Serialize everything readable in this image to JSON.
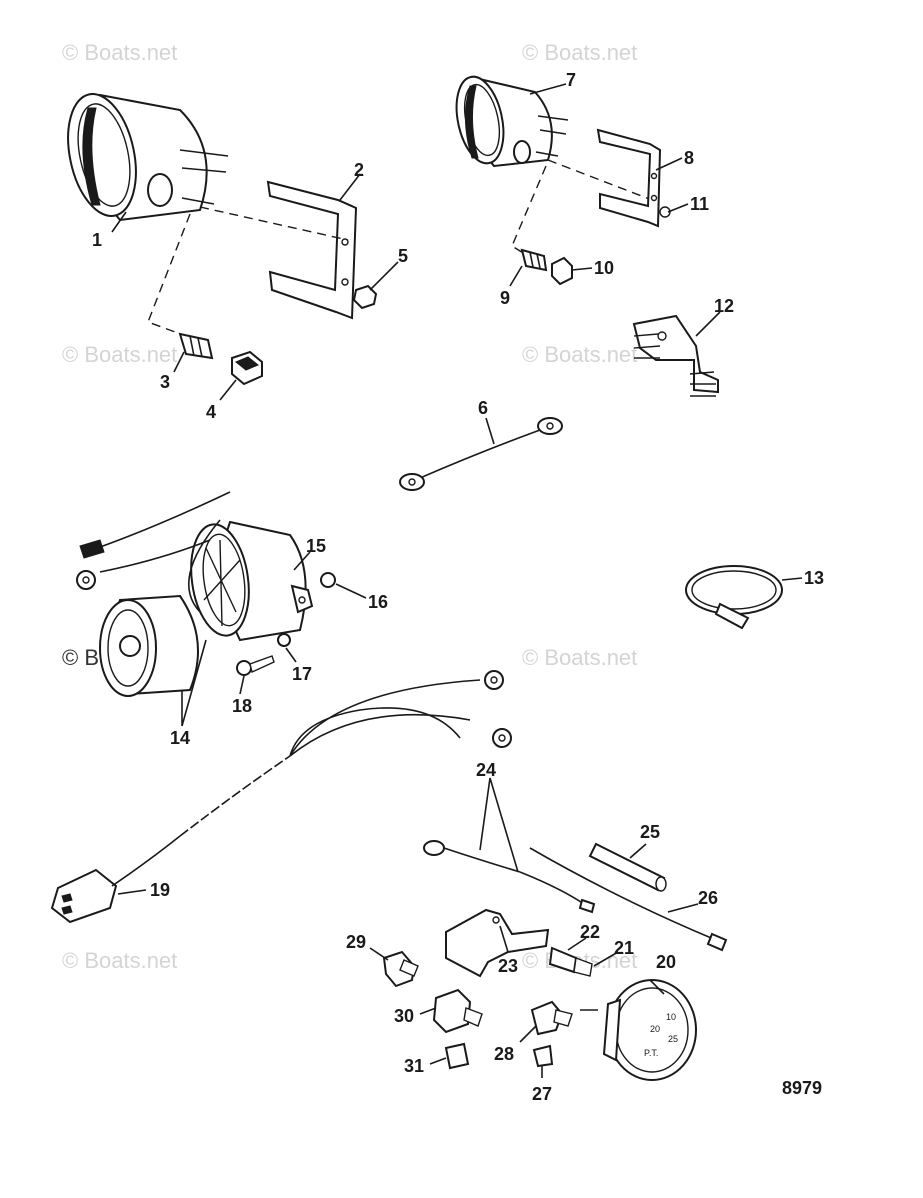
{
  "watermark": "© Boats.net",
  "drawing_number": "8979",
  "callouts": {
    "c1": "1",
    "c2": "2",
    "c3": "3",
    "c4": "4",
    "c5": "5",
    "c6": "6",
    "c7": "7",
    "c8": "8",
    "c9": "9",
    "c10": "10",
    "c11": "11",
    "c12": "12",
    "c13": "13",
    "c14": "14",
    "c15": "15",
    "c16": "16",
    "c17": "17",
    "c18": "18",
    "c19": "19",
    "c20": "20",
    "c21": "21",
    "c22": "22",
    "c23": "23",
    "c24": "24",
    "c25": "25",
    "c26": "26",
    "c27": "27",
    "c28": "28",
    "c29": "29",
    "c30": "30",
    "c31": "31"
  },
  "gauge_face": {
    "tick_a": "10",
    "tick_b": "20",
    "tick_c": "25",
    "tick_d": "P.T."
  }
}
